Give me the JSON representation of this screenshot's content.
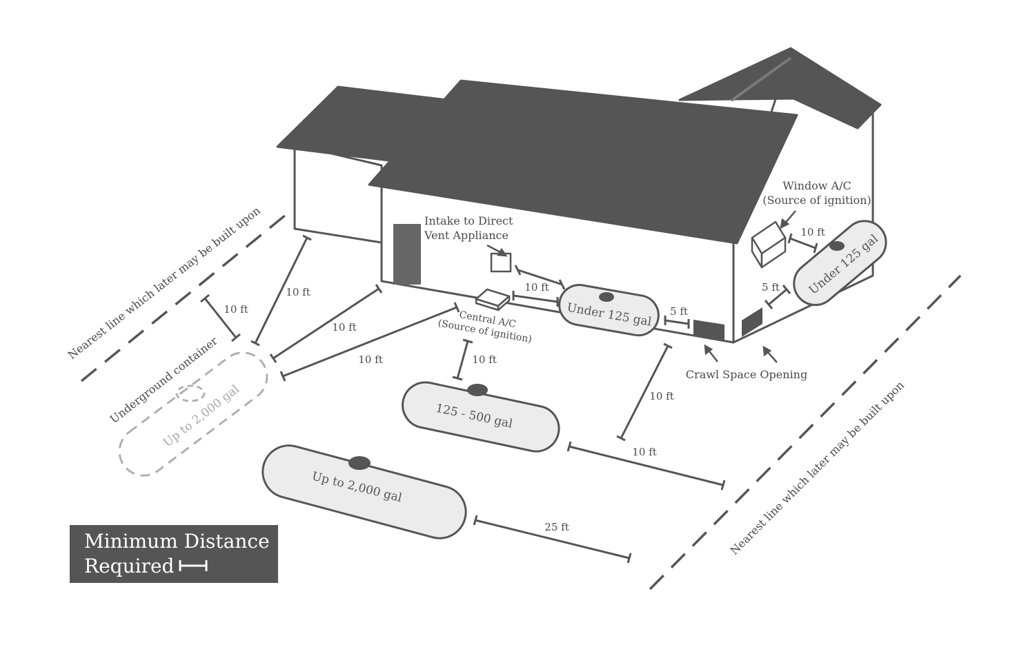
{
  "colors": {
    "roof": "#555555",
    "wall_stroke": "#555555",
    "tank_fill": "#ececec",
    "tank_stroke": "#555555",
    "underground_stroke": "#b0b0b0",
    "legend_bg": "#555555"
  },
  "labels": {
    "intake_line1": "Intake to Direct",
    "intake_line2": "Vent Appliance",
    "window_ac_line1": "Window A/C",
    "window_ac_line2": "(Source of ignition)",
    "central_ac_line1": "Central A/C",
    "central_ac_line2": "(Source of ignition)",
    "crawl_space": "Crawl Space Opening",
    "nearest_line_left": "Nearest line which later may be built upon",
    "nearest_line_right": "Nearest line which later may be built upon",
    "underground_container": "Underground container"
  },
  "tanks": {
    "under125_front": "Under 125 gal",
    "under125_side": "Under 125 gal",
    "t125_500": "125 - 500 gal",
    "up_to_2000": "Up to 2,000 gal",
    "underground_2000": "Up to 2,000 gal"
  },
  "distances": {
    "d_intake": "10 ft",
    "d_window_ac": "10 ft",
    "d_tank_crawl": "5 ft",
    "d_side_crawl": "5 ft",
    "d_underground_line": "10 ft",
    "d_underground_wall": "10 ft",
    "d_underground_corner": "10 ft",
    "d_underground_ac": "10 ft",
    "d_central_ac": "10 ft",
    "d_125_500_wall": "10 ft",
    "d_125_500_line": "10 ft",
    "d_2000_line": "25 ft"
  },
  "legend": {
    "line1": "Minimum Distance",
    "line2": "Required"
  }
}
